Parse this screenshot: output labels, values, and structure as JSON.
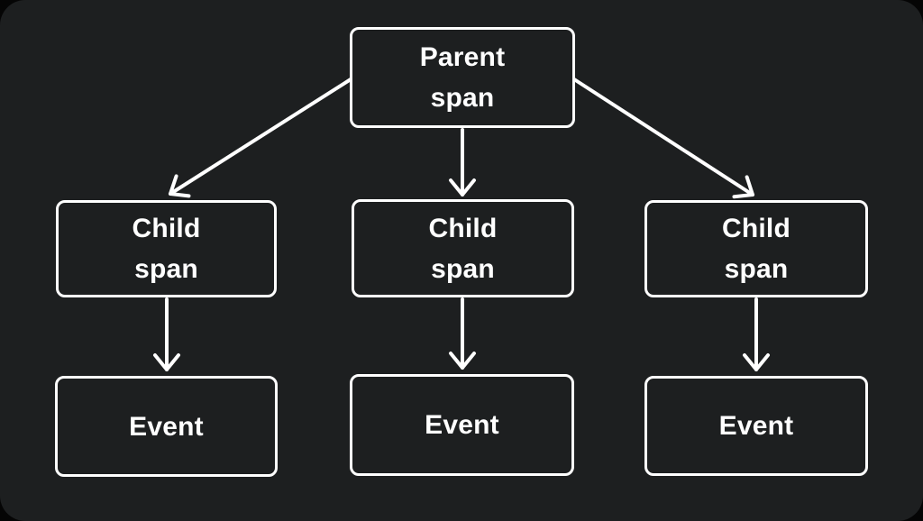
{
  "diagram": {
    "type": "span-tree",
    "background": "#1d1f20",
    "outer_background": "#050505",
    "box_border_color": "#ffffff",
    "text_color": "#ffffff",
    "arrow_color": "#ffffff",
    "parent": {
      "id": "parent",
      "label": "Parent\nspan"
    },
    "children": [
      {
        "id": "child-0",
        "label": "Child\nspan"
      },
      {
        "id": "child-1",
        "label": "Child\nspan"
      },
      {
        "id": "child-2",
        "label": "Child\nspan"
      }
    ],
    "events": [
      {
        "id": "event-0",
        "label": "Event"
      },
      {
        "id": "event-1",
        "label": "Event"
      },
      {
        "id": "event-2",
        "label": "Event"
      }
    ],
    "edges": [
      {
        "from": "parent",
        "to": "child-0"
      },
      {
        "from": "parent",
        "to": "child-1"
      },
      {
        "from": "parent",
        "to": "child-2"
      },
      {
        "from": "child-0",
        "to": "event-0"
      },
      {
        "from": "child-1",
        "to": "event-1"
      },
      {
        "from": "child-2",
        "to": "event-2"
      }
    ]
  }
}
